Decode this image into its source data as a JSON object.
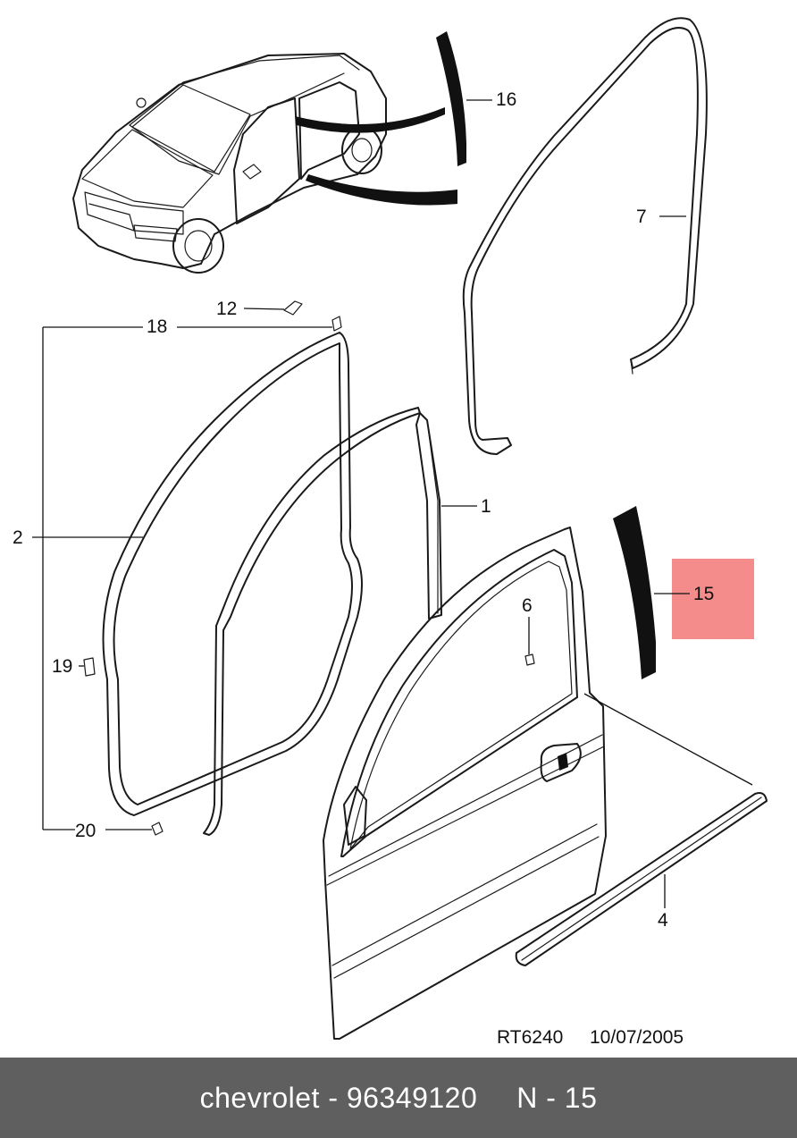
{
  "diagram": {
    "callouts": {
      "c1": "1",
      "c2": "2",
      "c4": "4",
      "c6": "6",
      "c7": "7",
      "c12": "12",
      "c15": "15",
      "c16": "16",
      "c18": "18",
      "c19": "19",
      "c20": "20"
    },
    "highlight_color": "#f48c8c",
    "reference": "RT6240",
    "date": "10/07/2005"
  },
  "footer": {
    "part_text": "chevrolet - 96349120",
    "page_text": "N - 15"
  }
}
